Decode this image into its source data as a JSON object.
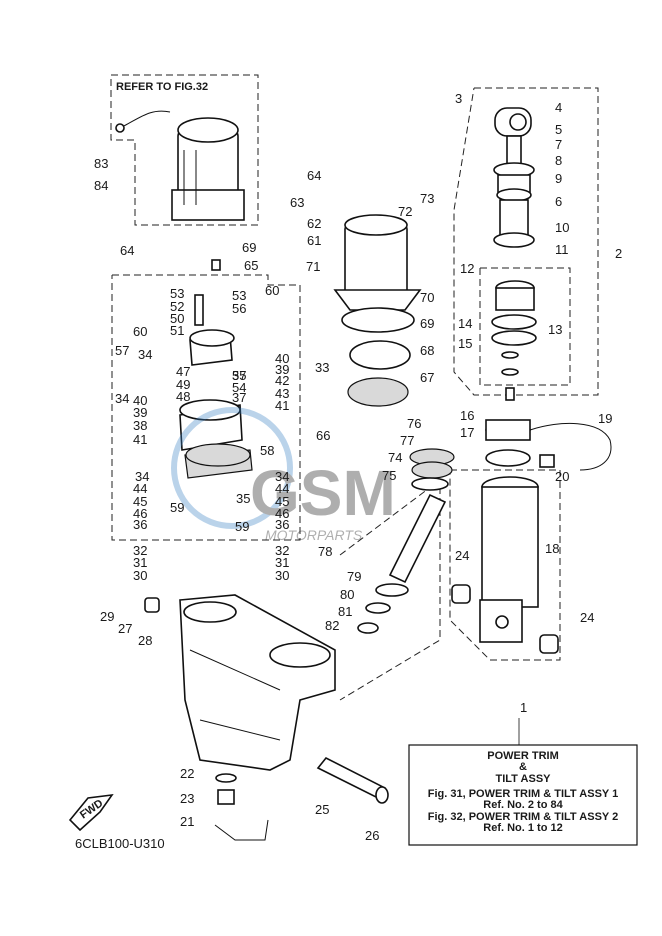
{
  "figure": {
    "refer_label": "REFER TO FIG.32",
    "diagram_code": "6CLB100-U310",
    "fwd_label": "FWD",
    "watermark_main": "GSM",
    "watermark_sub": "MOTORPARTS"
  },
  "info_box": {
    "title_line1": "POWER TRIM",
    "title_line2": "&",
    "title_line3": "TILT ASSY",
    "fig31_line": "Fig. 31, POWER TRIM & TILT ASSY 1",
    "fig31_ref": "Ref. No. 2 to 84",
    "fig32_line": "Fig. 32, POWER TRIM & TILT ASSY 2",
    "fig32_ref": "Ref. No. 1 to 12"
  },
  "part_labels": [
    {
      "n": "1"
    },
    {
      "n": "2"
    },
    {
      "n": "3"
    },
    {
      "n": "4"
    },
    {
      "n": "5"
    },
    {
      "n": "7"
    },
    {
      "n": "8"
    },
    {
      "n": "9"
    },
    {
      "n": "6"
    },
    {
      "n": "10"
    },
    {
      "n": "11"
    },
    {
      "n": "12"
    },
    {
      "n": "13"
    },
    {
      "n": "14"
    },
    {
      "n": "15"
    },
    {
      "n": "16"
    },
    {
      "n": "17"
    },
    {
      "n": "18"
    },
    {
      "n": "19"
    },
    {
      "n": "20"
    },
    {
      "n": "21"
    },
    {
      "n": "22"
    },
    {
      "n": "23"
    },
    {
      "n": "24"
    },
    {
      "n": "24"
    },
    {
      "n": "25"
    },
    {
      "n": "26"
    },
    {
      "n": "27"
    },
    {
      "n": "28"
    },
    {
      "n": "29"
    },
    {
      "n": "30"
    },
    {
      "n": "30"
    },
    {
      "n": "31"
    },
    {
      "n": "31"
    },
    {
      "n": "32"
    },
    {
      "n": "32"
    },
    {
      "n": "33"
    },
    {
      "n": "34"
    },
    {
      "n": "34"
    },
    {
      "n": "34"
    },
    {
      "n": "34"
    },
    {
      "n": "35"
    },
    {
      "n": "36"
    },
    {
      "n": "36"
    },
    {
      "n": "37"
    },
    {
      "n": "37"
    },
    {
      "n": "38"
    },
    {
      "n": "39"
    },
    {
      "n": "39"
    },
    {
      "n": "40"
    },
    {
      "n": "40"
    },
    {
      "n": "41"
    },
    {
      "n": "41"
    },
    {
      "n": "42"
    },
    {
      "n": "43"
    },
    {
      "n": "44"
    },
    {
      "n": "44"
    },
    {
      "n": "45"
    },
    {
      "n": "45"
    },
    {
      "n": "46"
    },
    {
      "n": "46"
    },
    {
      "n": "47"
    },
    {
      "n": "48"
    },
    {
      "n": "49"
    },
    {
      "n": "50"
    },
    {
      "n": "51"
    },
    {
      "n": "52"
    },
    {
      "n": "53"
    },
    {
      "n": "53"
    },
    {
      "n": "54"
    },
    {
      "n": "55"
    },
    {
      "n": "56"
    },
    {
      "n": "57"
    },
    {
      "n": "58"
    },
    {
      "n": "59"
    },
    {
      "n": "59"
    },
    {
      "n": "60"
    },
    {
      "n": "60"
    },
    {
      "n": "61"
    },
    {
      "n": "62"
    },
    {
      "n": "63"
    },
    {
      "n": "64"
    },
    {
      "n": "64"
    },
    {
      "n": "65"
    },
    {
      "n": "66"
    },
    {
      "n": "67"
    },
    {
      "n": "68"
    },
    {
      "n": "69"
    },
    {
      "n": "69"
    },
    {
      "n": "70"
    },
    {
      "n": "71"
    },
    {
      "n": "72"
    },
    {
      "n": "73"
    },
    {
      "n": "74"
    },
    {
      "n": "75"
    },
    {
      "n": "76"
    },
    {
      "n": "77"
    },
    {
      "n": "78"
    },
    {
      "n": "79"
    },
    {
      "n": "80"
    },
    {
      "n": "81"
    },
    {
      "n": "82"
    },
    {
      "n": "83"
    },
    {
      "n": "84"
    }
  ],
  "colors": {
    "line": "#111111",
    "watermark": "#3b82c4"
  }
}
